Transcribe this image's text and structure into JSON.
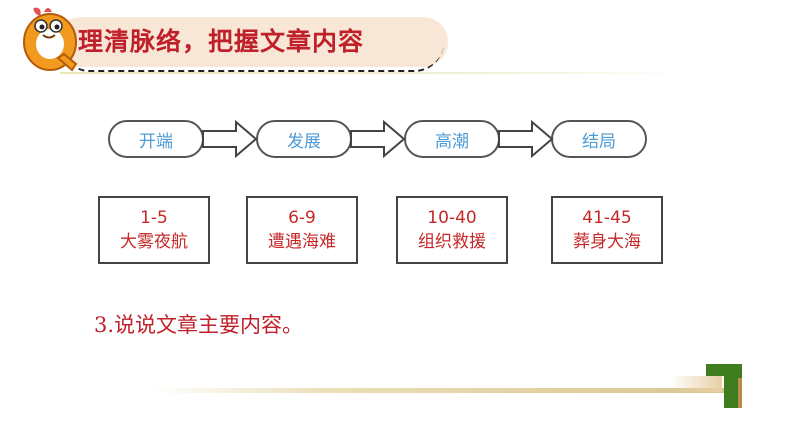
{
  "header": {
    "title": "理清脉络，把握文章内容"
  },
  "stages": [
    {
      "label": "开端"
    },
    {
      "label": "发展"
    },
    {
      "label": "高潮"
    },
    {
      "label": "结局"
    }
  ],
  "chapters": [
    {
      "range": "1-5",
      "summary": "大雾夜航"
    },
    {
      "range": "6-9",
      "summary": "遭遇海难"
    },
    {
      "range": "10-40",
      "summary": "组织救援"
    },
    {
      "range": "41-45",
      "summary": "葬身大海"
    }
  ],
  "question": {
    "text": "3.说说文章主要内容。"
  },
  "colors": {
    "title_red": "#c0202a",
    "stage_blue": "#4e9bd6",
    "chapter_red": "#c62828",
    "banner_bg": "#f8e6d6",
    "deco_green": "#3f7d1e"
  },
  "icons": {
    "mascot": "q-letter-mascot-icon",
    "arrow": "hollow-right-arrow-icon"
  }
}
